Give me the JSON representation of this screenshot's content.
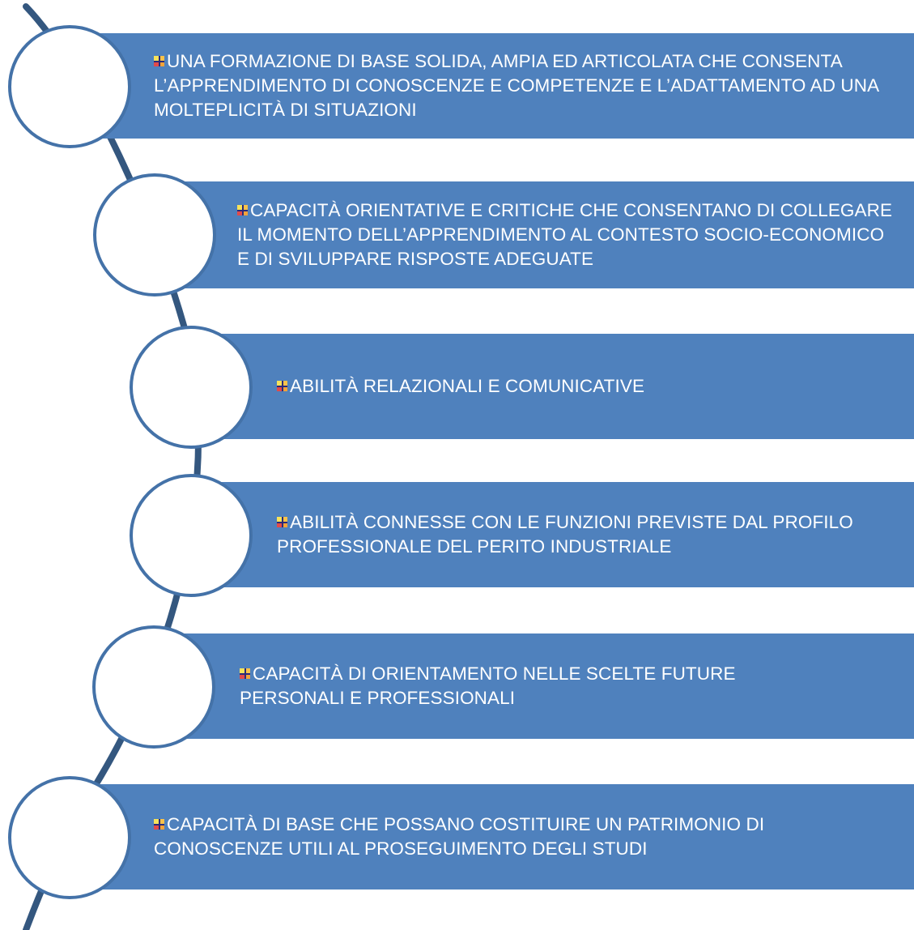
{
  "colors": {
    "bar": "#4f81bd",
    "bar_text": "#ffffff",
    "connector": "#34577f",
    "circle_border": "#4472a8",
    "background": "#ffffff"
  },
  "bullet_icon": "multicolor-plus-square",
  "items": [
    {
      "text": "UNA FORMAZIONE DI BASE SOLIDA, AMPIA ED ARTICOLATA CHE CONSENTA L’APPRENDIMENTO DI CONOSCENZE E COMPETENZE E L’ADATTAMENTO AD UNA MOLTEPLICITÀ DI SITUAZIONI"
    },
    {
      "text": "CAPACITÀ ORIENTATIVE E CRITICHE CHE CONSENTANO DI COLLEGARE IL MOMENTO DELL’APPRENDIMENTO AL CONTESTO SOCIO-ECONOMICO E DI SVILUPPARE RISPOSTE ADEGUATE"
    },
    {
      "text": "ABILITÀ RELAZIONALI E COMUNICATIVE"
    },
    {
      "text": "ABILITÀ CONNESSE CON LE FUNZIONI PREVISTE DAL PROFILO PROFESSIONALE DEL PERITO INDUSTRIALE"
    },
    {
      "text": "CAPACITÀ DI ORIENTAMENTO NELLE SCELTE FUTURE PERSONALI E PROFESSIONALI"
    },
    {
      "text": "CAPACITÀ DI BASE CHE POSSANO COSTITUIRE UN PATRIMONIO DI CONOSCENZE UTILI AL PROSEGUIMENTO DEGLI STUDI"
    }
  ]
}
